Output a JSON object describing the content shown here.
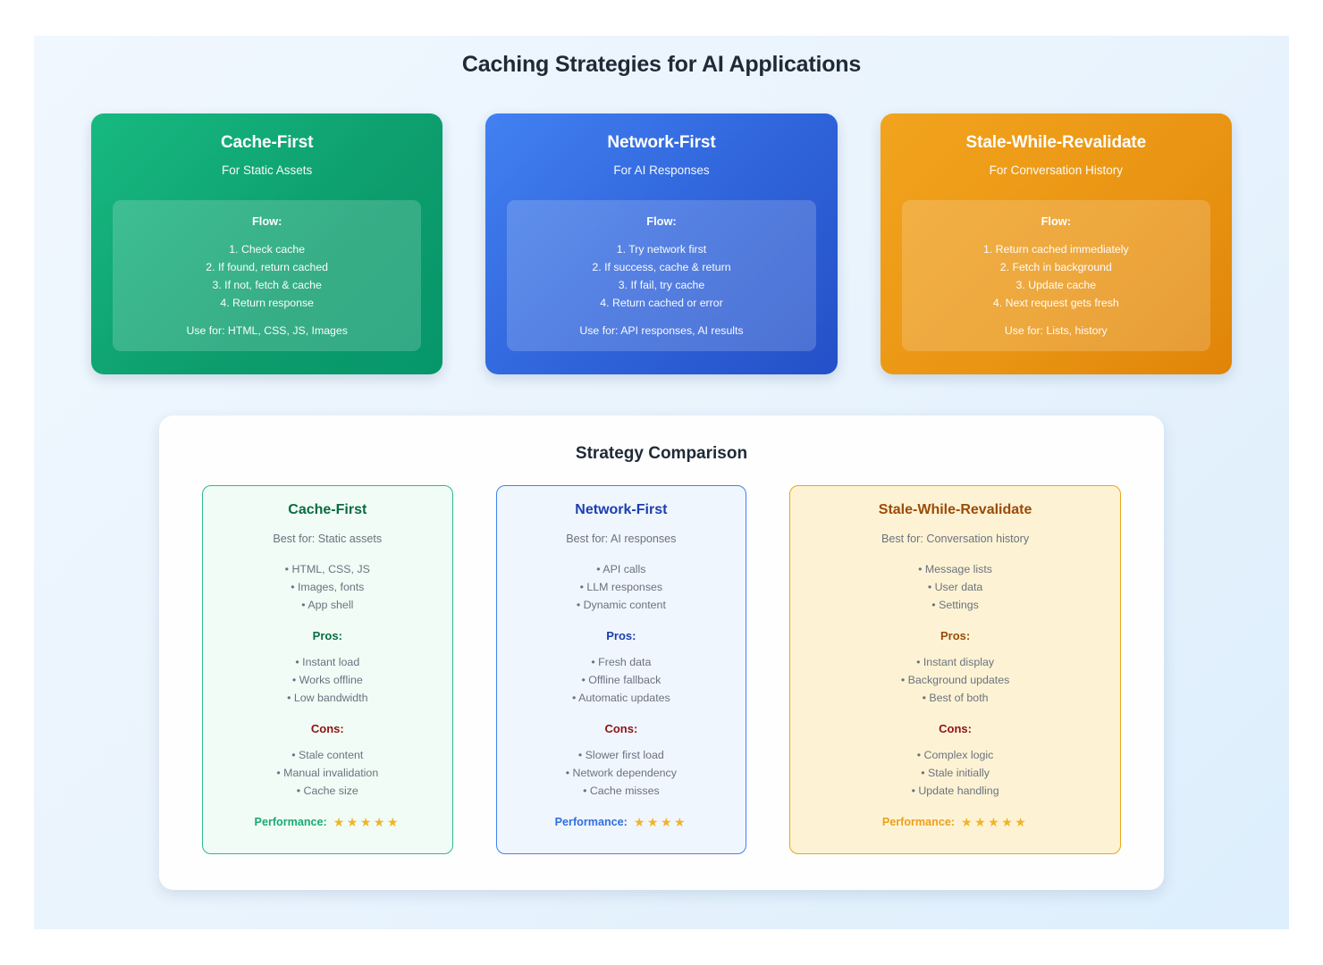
{
  "page": {
    "title": "Caching Strategies for AI Applications"
  },
  "strategies": [
    {
      "name": "Cache-First",
      "subtitle": "For Static Assets",
      "flow_heading": "Flow:",
      "steps": [
        "1. Check cache",
        "2. If found, return cached",
        "3. If not, fetch & cache",
        "4. Return response"
      ],
      "use_for": "Use for: HTML, CSS, JS, Images",
      "color": "#17b981"
    },
    {
      "name": "Network-First",
      "subtitle": "For AI Responses",
      "flow_heading": "Flow:",
      "steps": [
        "1. Try network first",
        "2. If success, cache & return",
        "3. If fail, try cache",
        "4. Return cached or error"
      ],
      "use_for": "Use for: API responses, AI results",
      "color": "#4281f1"
    },
    {
      "name": "Stale-While-Revalidate",
      "subtitle": "For Conversation History",
      "flow_heading": "Flow:",
      "steps": [
        "1. Return cached immediately",
        "2. Fetch in background",
        "3. Update cache",
        "4. Next request gets fresh"
      ],
      "use_for": "Use for: Lists, history",
      "color": "#f2a41e"
    }
  ],
  "comparison": {
    "title": "Strategy Comparison",
    "pros_heading": "Pros:",
    "cons_heading": "Cons:",
    "performance_label": "Performance:",
    "cards": [
      {
        "name": "Cache-First",
        "best_for": "Best for: Static assets",
        "use_cases": [
          "• HTML, CSS, JS",
          "• Images, fonts",
          "• App shell"
        ],
        "pros": [
          "• Instant load",
          "• Works offline",
          "• Low bandwidth"
        ],
        "cons": [
          "• Stale content",
          "• Manual invalidation",
          "• Cache size"
        ],
        "performance_stars": 5,
        "stars_glyphs": "★★★★★"
      },
      {
        "name": "Network-First",
        "best_for": "Best for: AI responses",
        "use_cases": [
          "• API calls",
          "• LLM responses",
          "• Dynamic content"
        ],
        "pros": [
          "• Fresh data",
          "• Offline fallback",
          "• Automatic updates"
        ],
        "cons": [
          "• Slower first load",
          "• Network dependency",
          "• Cache misses"
        ],
        "performance_stars": 4,
        "stars_glyphs": "★★★★"
      },
      {
        "name": "Stale-While-Revalidate",
        "best_for": "Best for: Conversation history",
        "use_cases": [
          "• Message lists",
          "• User data",
          "• Settings"
        ],
        "pros": [
          "• Instant display",
          "• Background updates",
          "• Best of both"
        ],
        "cons": [
          "• Complex logic",
          "• Stale initially",
          "• Update handling"
        ],
        "performance_stars": 5,
        "stars_glyphs": "★★★★★"
      }
    ]
  }
}
